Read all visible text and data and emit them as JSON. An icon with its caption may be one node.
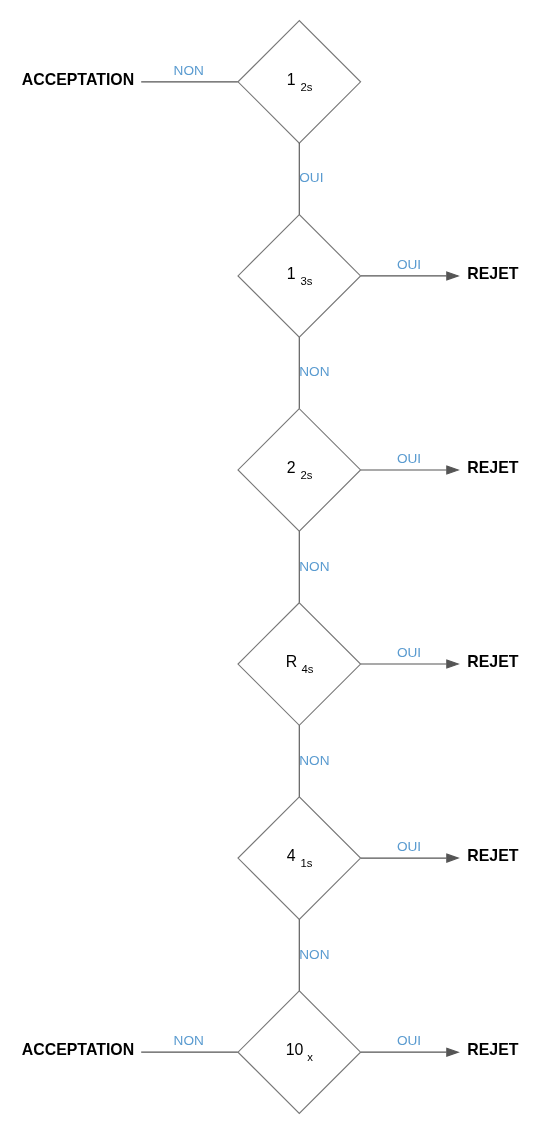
{
  "diagram": {
    "nodes": [
      {
        "text": [
          "ACCEPTATION"
        ]
      },
      {
        "text": [
          "1 $_{2s}$"
        ]
      },
      {
        "text": [
          "1 $_{3s}$"
        ]
      },
      {
        "text": [
          "REJET"
        ]
      },
      {
        "text": [
          "2 $_{2s}$"
        ]
      },
      {
        "text": [
          "REJET"
        ]
      },
      {
        "text": [
          "R $_{4s}$"
        ]
      },
      {
        "text": [
          "REJET"
        ]
      },
      {
        "text": [
          "4 $_{1s}$"
        ]
      },
      {
        "text": [
          "REJET"
        ]
      },
      {
        "text": [
          "ACCEPTATION"
        ]
      },
      {
        "text": [
          "10 $_{x}$"
        ]
      },
      {
        "text": [
          "REJET"
        ]
      }
    ],
    "edges": [
      {
        "from": 0,
        "to": 1,
        "arrow": "none",
        "label": "NON"
      },
      {
        "from": 1,
        "to": 2,
        "arrow": "none",
        "label": "OUI"
      },
      {
        "from": 2,
        "to": 3,
        "arrow": "to",
        "label": "OUI"
      },
      {
        "from": 2,
        "to": 4,
        "arrow": "none",
        "label": "NON"
      },
      {
        "from": 4,
        "to": 5,
        "arrow": "to",
        "label": "OUI"
      },
      {
        "from": 4,
        "to": 6,
        "arrow": "none",
        "label": "NON"
      },
      {
        "from": 6,
        "to": 7,
        "arrow": "to",
        "label": "OUI"
      },
      {
        "from": 6,
        "to": 8,
        "arrow": "none",
        "label": "NON"
      },
      {
        "from": 8,
        "to": 9,
        "arrow": "to",
        "label": "OUI"
      },
      {
        "from": 8,
        "to": 11,
        "arrow": "none",
        "label": "NON"
      },
      {
        "from": 10,
        "to": 11,
        "arrow": "none",
        "label": "NON"
      },
      {
        "from": 11,
        "to": 12,
        "arrow": "to",
        "label": "OUI"
      }
    ]
  }
}
